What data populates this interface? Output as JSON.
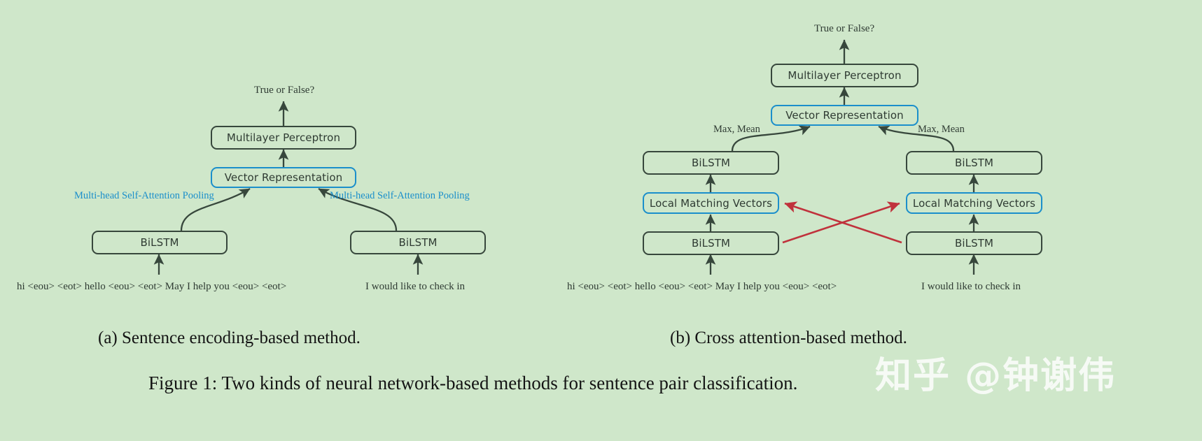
{
  "figure": {
    "background_color": "#cfe7ca",
    "accent_color": "#1b8fcb",
    "node_color": "#37473c",
    "cross_arrow_color": "#c0323c",
    "caption": "Figure 1: Two kinds of neural network-based methods for sentence pair classification."
  },
  "watermark": {
    "text": "知乎 @钟谢伟"
  },
  "panel_a": {
    "subcaption": "(a) Sentence encoding-based method.",
    "output_label": "True or False?",
    "nodes": {
      "mlp": "Multilayer Perceptron",
      "vector_representation": "Vector Representation",
      "bilstm_left": "BiLSTM",
      "bilstm_right": "BiLSTM"
    },
    "edge_labels": {
      "pooling_left": "Multi-head Self-Attention Pooling",
      "pooling_right": "Multi-head Self-Attention Pooling"
    },
    "inputs": {
      "left": "hi <eou> <eot> hello <eou> <eot> May I help you <eou> <eot>",
      "right": "I would like to check in"
    }
  },
  "panel_b": {
    "subcaption": "(b) Cross attention-based method.",
    "output_label": "True or False?",
    "nodes": {
      "mlp": "Multilayer Perceptron",
      "vector_representation": "Vector Representation",
      "bilstm_upper_left": "BiLSTM",
      "bilstm_upper_right": "BiLSTM",
      "local_matching_left": "Local Matching Vectors",
      "local_matching_right": "Local Matching Vectors",
      "bilstm_lower_left": "BiLSTM",
      "bilstm_lower_right": "BiLSTM"
    },
    "edge_labels": {
      "pool_left": "Max, Mean",
      "pool_right": "Max, Mean"
    },
    "inputs": {
      "left": "hi <eou> <eot> hello <eou> <eot> May I help you <eou> <eot>",
      "right": "I would like to check in"
    }
  }
}
